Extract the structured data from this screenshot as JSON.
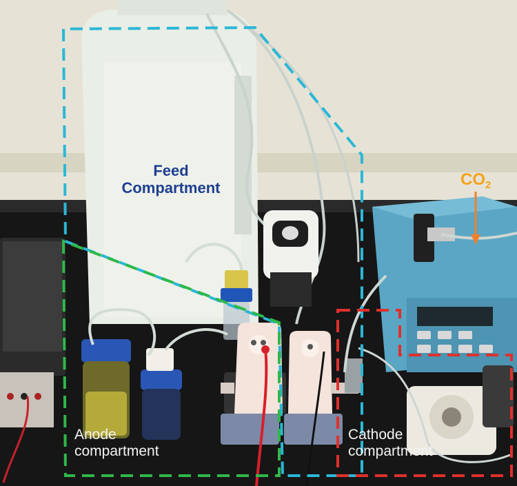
{
  "labels": {
    "feed_line1": "Feed",
    "feed_line2": "Compartment",
    "anode_line1": "Anode",
    "anode_line2": "compartment",
    "cathode_line1": "Cathode",
    "cathode_line2": "compartment",
    "co2_main": "CO",
    "co2_sub": "2"
  },
  "colors": {
    "feed_box": "#2bb7d6",
    "anode_box": "#2fb84a",
    "cathode_box": "#e0302c",
    "co2_arrow": "#f08030",
    "co2_text": "#f4a21e",
    "feed_text": "#1e3f8f"
  }
}
